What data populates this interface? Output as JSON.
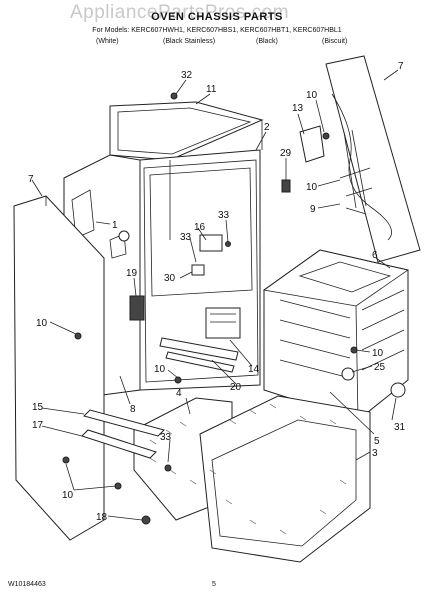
{
  "watermark": "AppliancePartsPros.com",
  "title": "OVEN CHASSIS PARTS",
  "models": "For Models: KERC607HWH1, KERC607HBS1, KERC607HBT1, KERC607HBL1",
  "colors": [
    "(White)",
    "(Black Stainless)",
    "(Black)",
    "(Biscuit)"
  ],
  "labels": [
    "32",
    "11",
    "7",
    "2",
    "13",
    "10",
    "29",
    "7",
    "1",
    "10",
    "9",
    "33",
    "16",
    "33",
    "30",
    "19",
    "10",
    "6",
    "10",
    "14",
    "8",
    "10",
    "20",
    "25",
    "4",
    "31",
    "15",
    "5",
    "17",
    "33",
    "3",
    "10",
    "18"
  ],
  "footer": {
    "doc_number": "W10184463",
    "page": "5"
  }
}
